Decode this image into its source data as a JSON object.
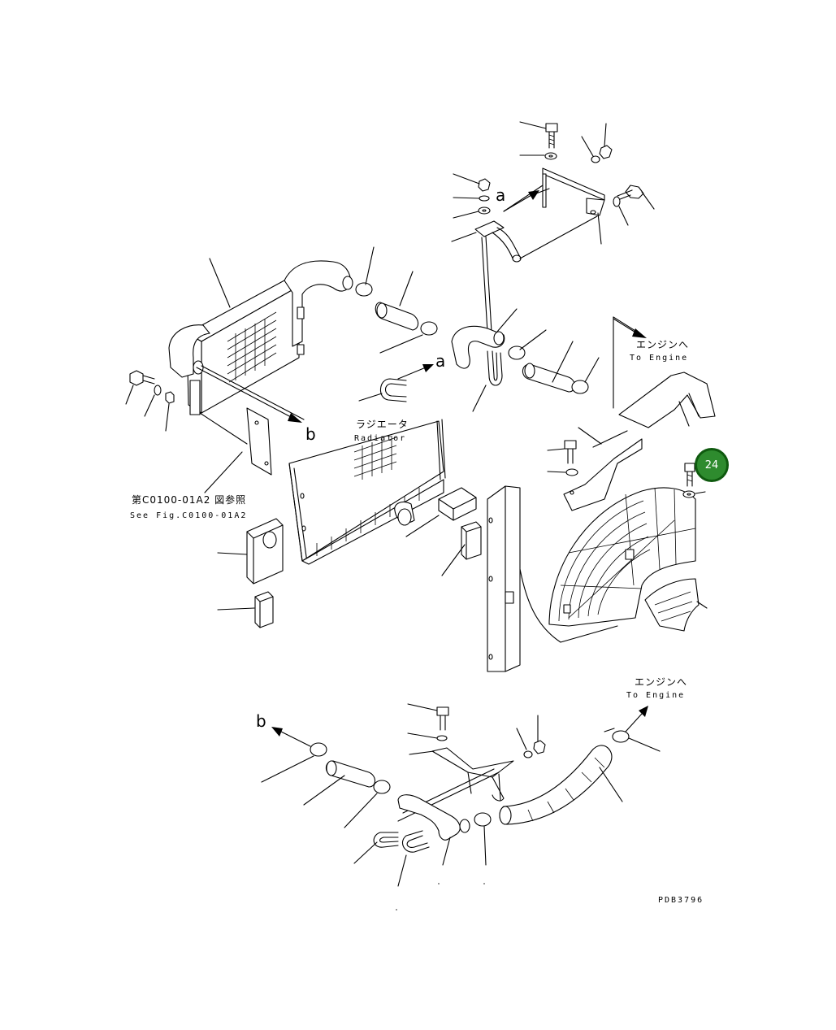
{
  "labels": {
    "a_top": "a",
    "a_mid": "a",
    "b_mid": "b",
    "b_bottom": "b",
    "to_engine_jp_1": "エンジンへ",
    "to_engine_en_1": "To Engine",
    "to_engine_jp_2": "エンジンへ",
    "to_engine_en_2": "To Engine",
    "radiator_jp": "ラジエータ",
    "radiator_en": "Radiator",
    "see_fig_jp": "第C0100-01A2 図参照",
    "see_fig_en": "See Fig.C0100-01A2",
    "drawing_code": "PDB3796"
  },
  "hotspot": {
    "number": "24",
    "color": "#2e8b2e"
  }
}
